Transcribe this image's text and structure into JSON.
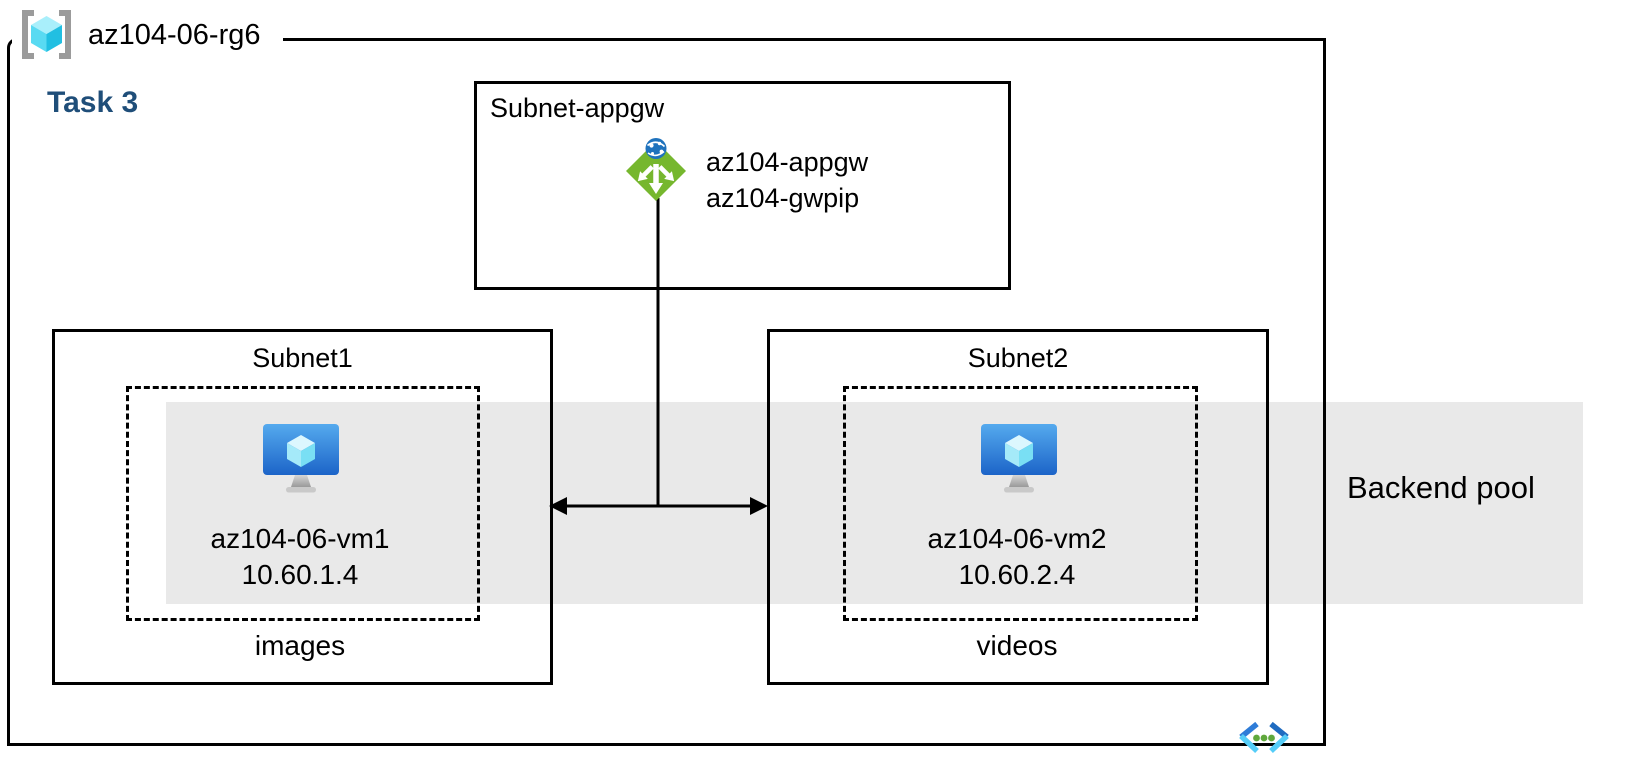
{
  "resource_group": {
    "name": "az104-06-rg6"
  },
  "task_label": "Task 3",
  "appgw_subnet": {
    "title": "Subnet-appgw",
    "gateway_name": "az104-appgw",
    "gateway_public_ip": "az104-gwpip"
  },
  "subnet1": {
    "title": "Subnet1",
    "vm_name": "az104-06-vm1",
    "vm_ip": "10.60.1.4",
    "container_label": "images"
  },
  "subnet2": {
    "title": "Subnet2",
    "vm_name": "az104-06-vm2",
    "vm_ip": "10.60.2.4",
    "container_label": "videos"
  },
  "backend_pool": {
    "label": "Backend pool"
  },
  "icons": {
    "resource_group": "resource-group-icon",
    "application_gateway": "application-gateway-icon",
    "virtual_machine": "virtual-machine-icon",
    "virtual_network": "virtual-network-icon"
  },
  "colors": {
    "task_text": "#1F4E79",
    "backend_band": "#E9E9E9",
    "appgw_green": "#76B72E",
    "globe_blue": "#1E72BD",
    "vm_blue_top": "#55AAEE",
    "vm_blue_bottom": "#1C64C8",
    "rg_cube_cyan": "#59DAF2",
    "rg_bracket_gray": "#9B9B9B",
    "vnet_blue": "#2E7CD8",
    "vnet_cyan": "#55CDF8",
    "vnet_dot_green": "#5FA83C",
    "line_black": "#000000"
  }
}
